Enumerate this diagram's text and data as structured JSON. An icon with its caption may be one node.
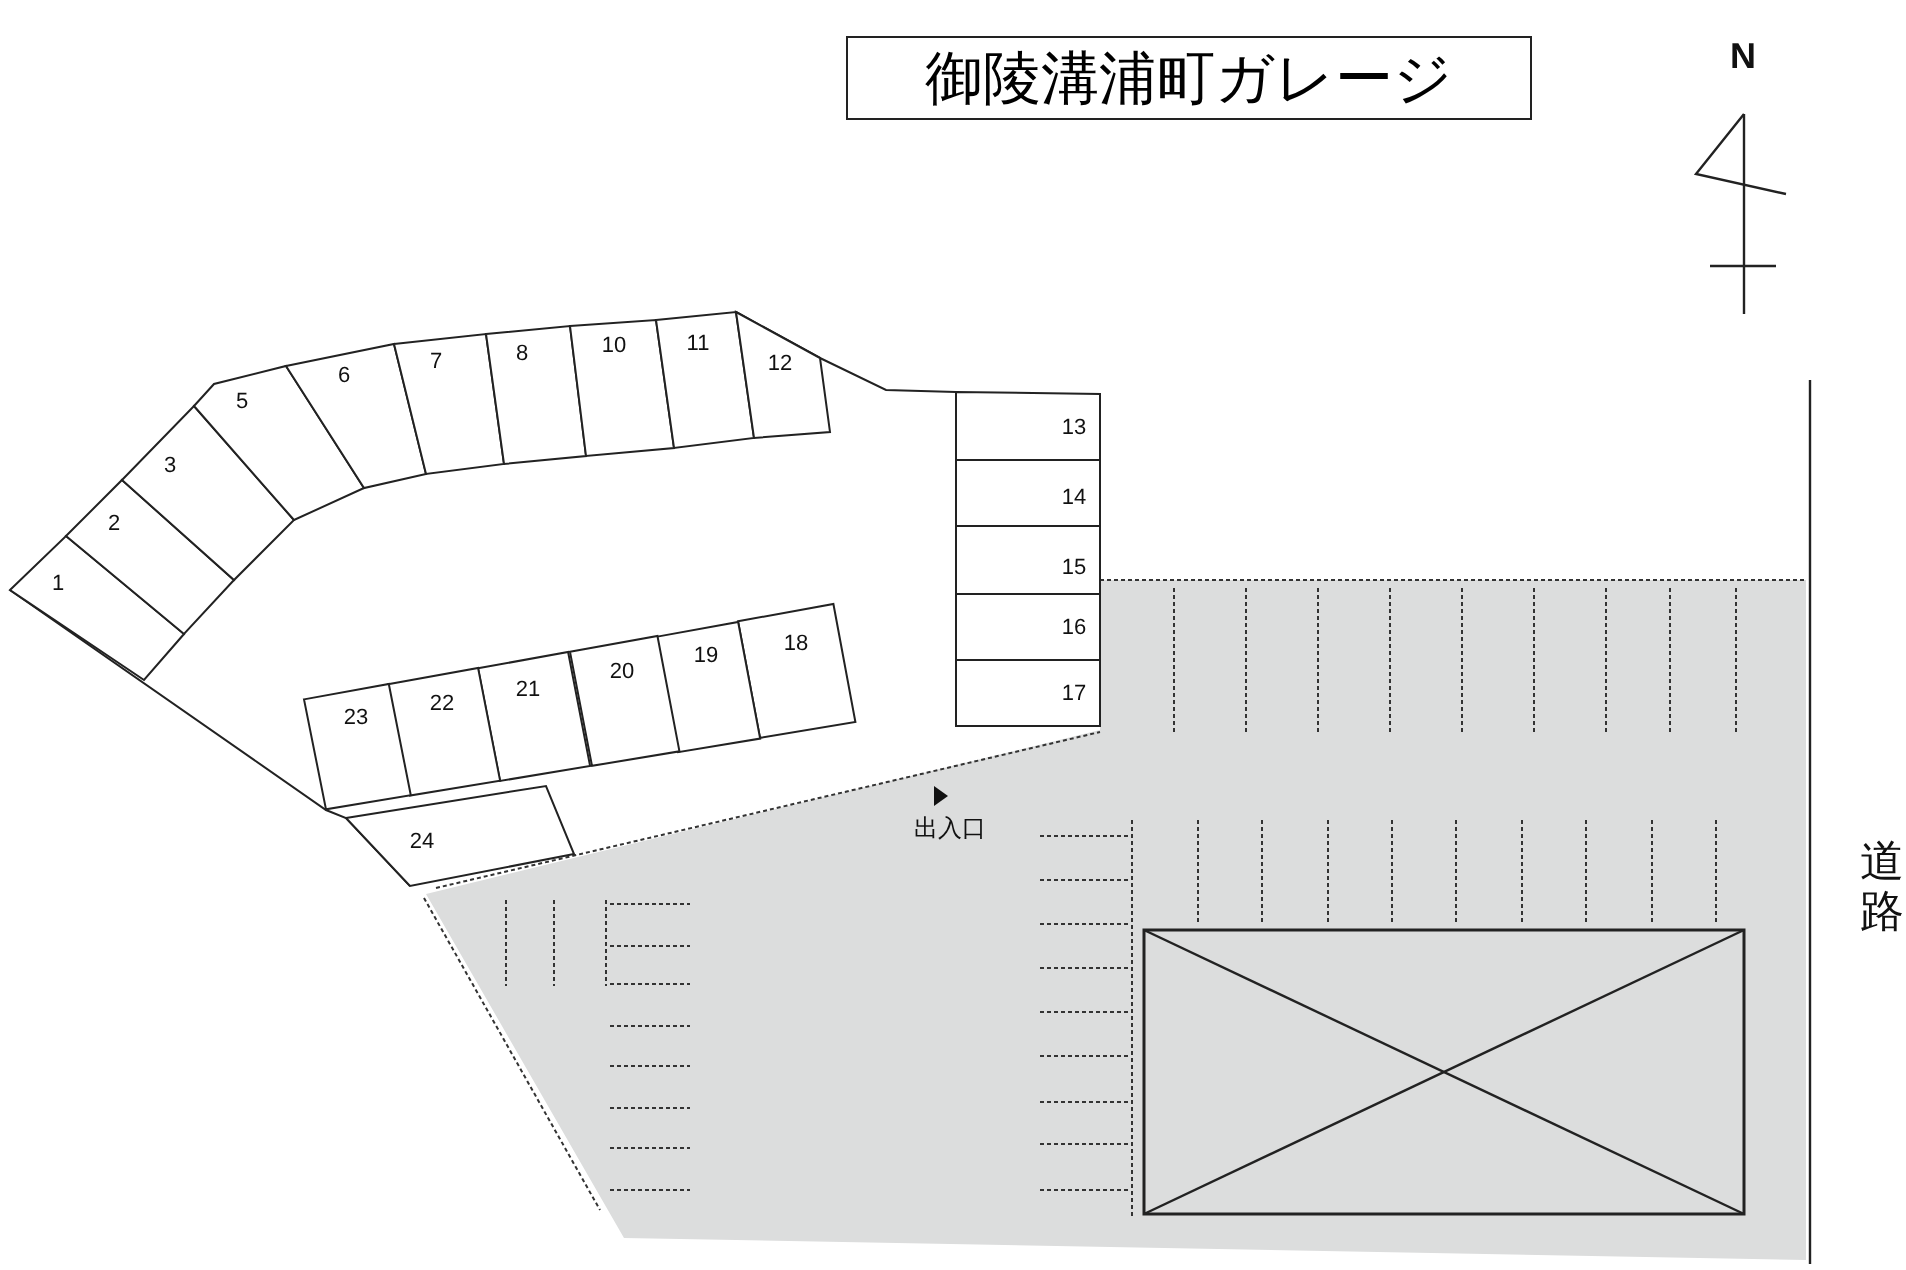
{
  "diagram": {
    "title": "御陵溝浦町ガレージ",
    "nodes": [
      {
        "text": [
          "1"
        ]
      },
      {
        "text": [
          "2"
        ]
      },
      {
        "text": [
          "3"
        ]
      },
      {
        "text": [
          "5"
        ]
      },
      {
        "text": [
          "6"
        ]
      },
      {
        "text": [
          "7"
        ]
      },
      {
        "text": [
          "8"
        ]
      },
      {
        "text": [
          "10"
        ]
      },
      {
        "text": [
          "11"
        ]
      },
      {
        "text": [
          "12"
        ]
      },
      {
        "text": [
          "13"
        ]
      },
      {
        "text": [
          "14"
        ]
      },
      {
        "text": [
          "15"
        ]
      },
      {
        "text": [
          "16"
        ]
      },
      {
        "text": [
          "17"
        ]
      },
      {
        "text": [
          "18"
        ]
      },
      {
        "text": [
          "19"
        ]
      },
      {
        "text": [
          "20"
        ]
      },
      {
        "text": [
          "21"
        ]
      },
      {
        "text": [
          "22"
        ]
      },
      {
        "text": [
          "23"
        ]
      },
      {
        "text": [
          "24"
        ]
      }
    ],
    "edges": [],
    "labels": [
      "N",
      "出入口",
      "道路"
    ]
  }
}
